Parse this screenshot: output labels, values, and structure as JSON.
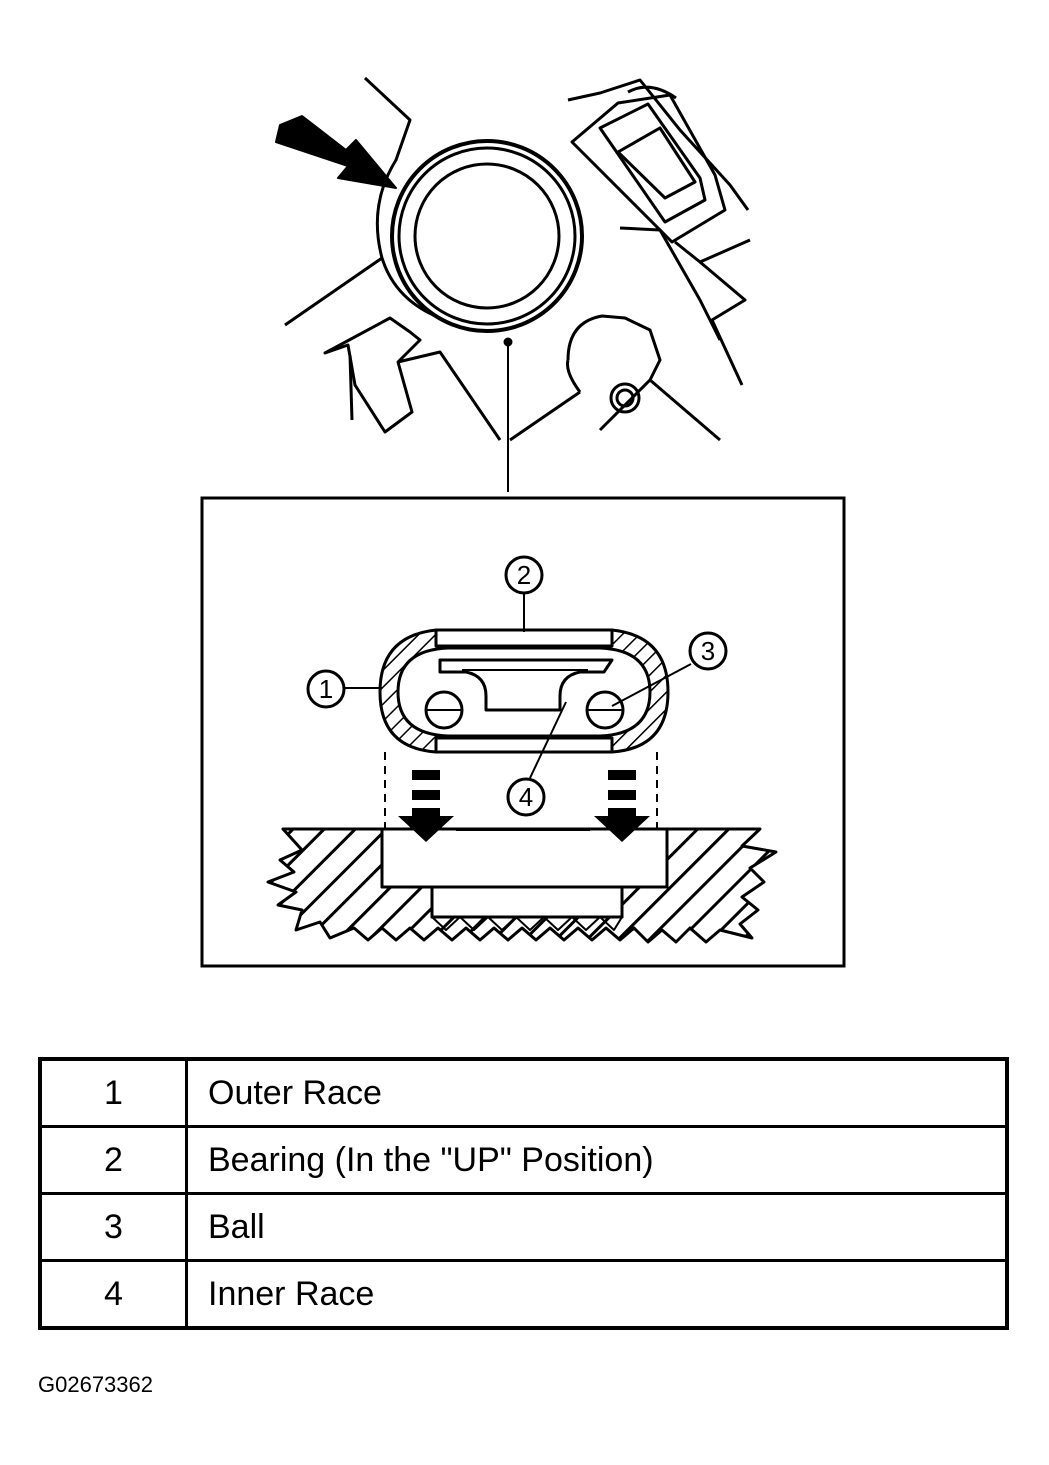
{
  "callouts": [
    "1",
    "2",
    "3",
    "4"
  ],
  "legend": [
    {
      "number": "1",
      "description": "Outer Race"
    },
    {
      "number": "2",
      "description": "Bearing (In the \"UP\" Position)"
    },
    {
      "number": "3",
      "description": "Ball"
    },
    {
      "number": "4",
      "description": "Inner Race"
    }
  ],
  "figure_id": "G02673362"
}
